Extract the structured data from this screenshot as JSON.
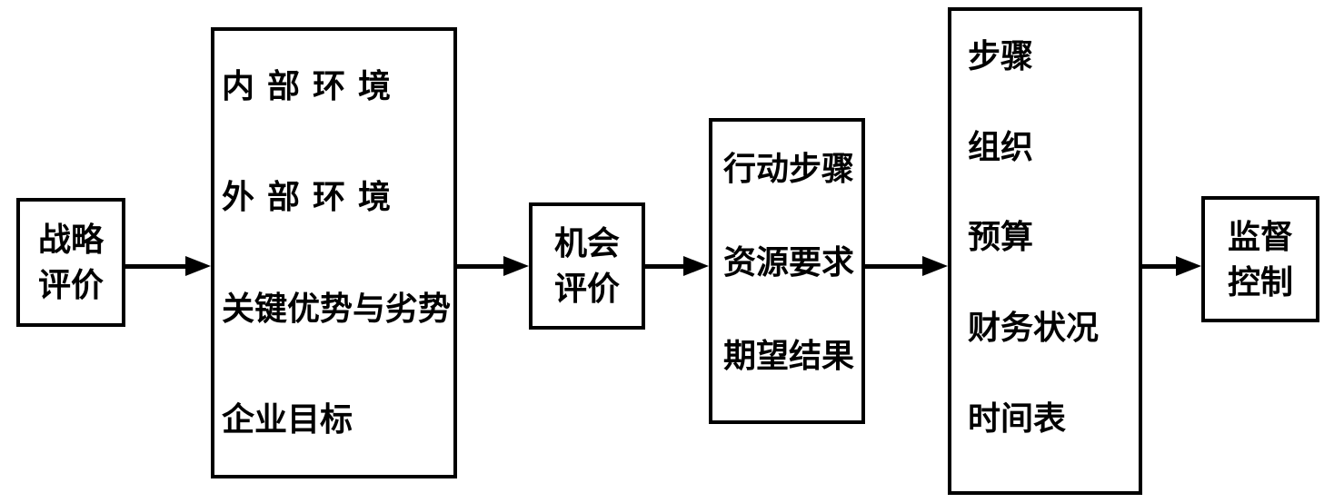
{
  "diagram": {
    "background_color": "#ffffff",
    "line_color": "#000000",
    "text_color": "#000000",
    "boxes": [
      {
        "id": "strategy-evaluation",
        "lines": [
          "战略",
          "评价"
        ]
      },
      {
        "id": "environment-analysis",
        "lines": [
          "内部环境",
          "外部环境",
          "关键优势与劣势",
          "企业目标"
        ]
      },
      {
        "id": "opportunity-evaluation",
        "lines": [
          "机会",
          "评价"
        ]
      },
      {
        "id": "action-plan",
        "lines": [
          "行动步骤",
          "资源要求",
          "期望结果"
        ]
      },
      {
        "id": "implementation-plan",
        "lines": [
          "步骤",
          "组织",
          "预算",
          "财务状况",
          "时间表"
        ]
      },
      {
        "id": "supervision-control",
        "lines": [
          "监督",
          "控制"
        ]
      }
    ],
    "arrows": [
      {
        "from": "strategy-evaluation",
        "to": "environment-analysis"
      },
      {
        "from": "environment-analysis",
        "to": "opportunity-evaluation"
      },
      {
        "from": "opportunity-evaluation",
        "to": "action-plan"
      },
      {
        "from": "action-plan",
        "to": "implementation-plan"
      },
      {
        "from": "implementation-plan",
        "to": "supervision-control"
      }
    ]
  }
}
